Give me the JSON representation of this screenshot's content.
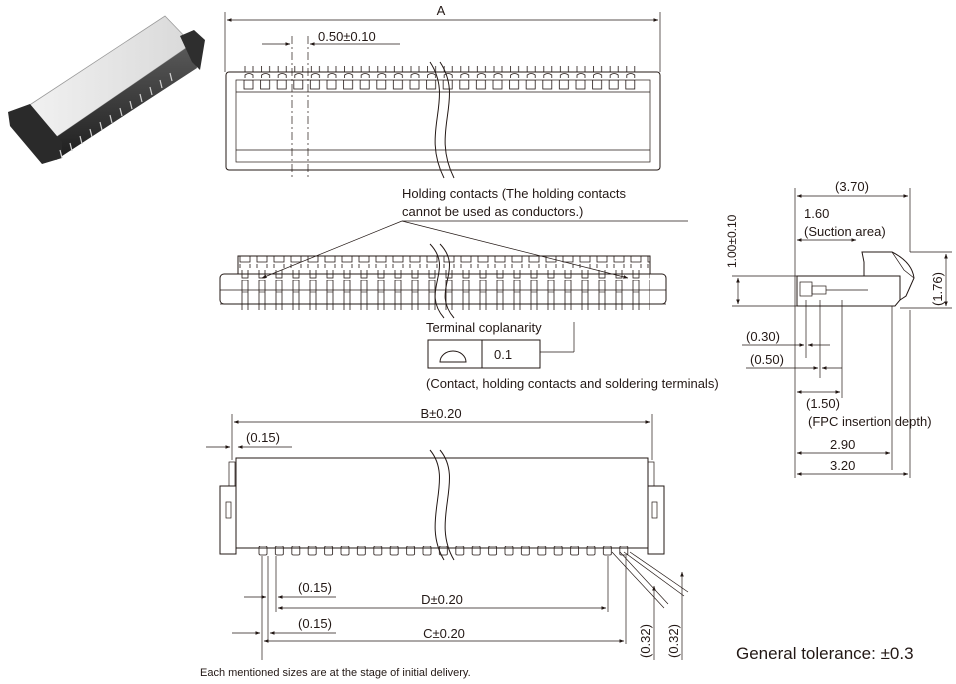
{
  "dims": {
    "a": "A",
    "pitch": "0.50±0.10",
    "b": "B±0.20",
    "c": "C±0.20",
    "d": "D±0.20",
    "d015_top": "(0.15)",
    "d015_mid": "(0.15)",
    "d015_bot": "(0.15)",
    "d032_a": "(0.32)",
    "d032_b": "(0.32)",
    "d370": "(3.70)",
    "d160": "1.60",
    "suction": "(Suction area)",
    "d100": "1.00±0.10",
    "d176": "(1.76)",
    "d030": "(0.30)",
    "d050": "(0.50)",
    "d150": "(1.50)",
    "fpc": "(FPC insertion depth)",
    "d290": "2.90",
    "d320": "3.20"
  },
  "labels": {
    "holding_1": "Holding contacts (The holding contacts",
    "holding_2": "cannot be used as conductors.)",
    "coplanarity": "Terminal coplanarity",
    "coplanarity_value": "0.1",
    "contact_note": "(Contact, holding contacts and soldering terminals)"
  },
  "footer": {
    "tolerance": "General tolerance: ±0.3",
    "note": "Each mentioned sizes are at the stage of initial delivery."
  }
}
